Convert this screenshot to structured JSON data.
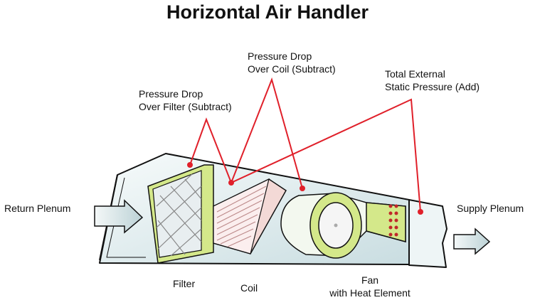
{
  "title": "Horizontal Air Handler",
  "callouts": {
    "filter_drop": [
      "Pressure Drop",
      "Over Filter (Subtract)"
    ],
    "coil_drop": [
      "Pressure Drop",
      "Over Coil (Subtract)"
    ],
    "total_external": [
      "Total External",
      "Static Pressure (Add)"
    ]
  },
  "labels": {
    "return_plenum": "Return Plenum",
    "supply_plenum": "Supply Plenum",
    "filter": "Filter",
    "coil": "Coil",
    "fan": [
      "Fan",
      "with Heat Element"
    ]
  },
  "colors": {
    "callout": "#e0202a",
    "filter": "#d4e88a",
    "coil": "#f3d9d6",
    "cabinet": "#e3eef0"
  }
}
